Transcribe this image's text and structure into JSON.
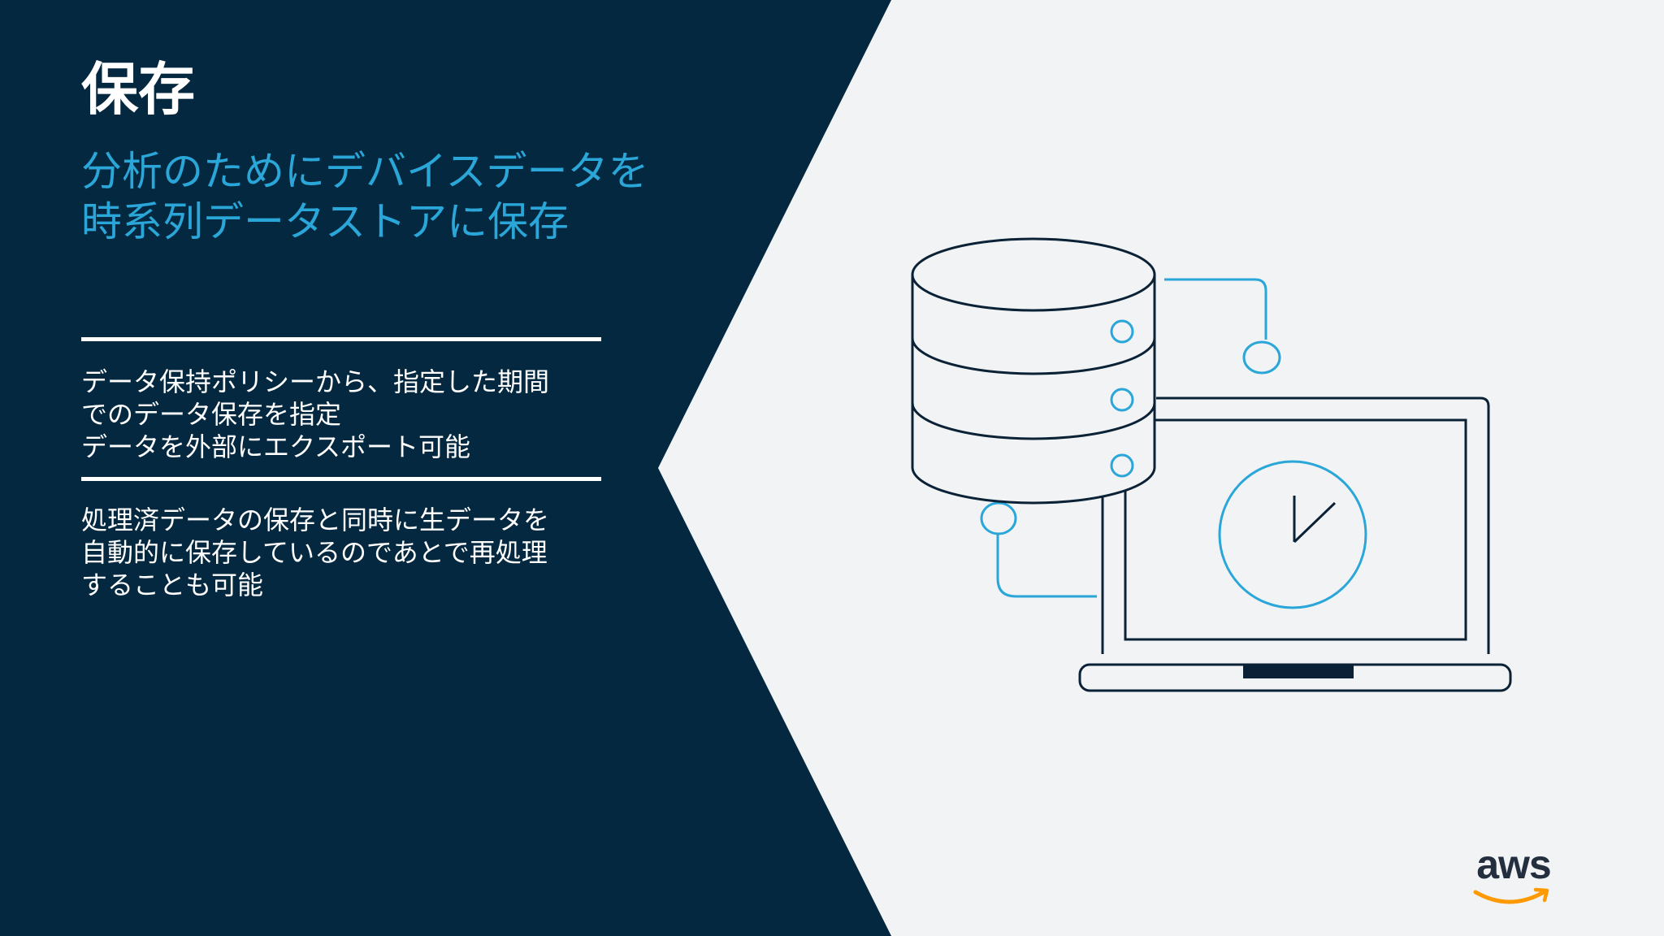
{
  "slide": {
    "title": "保存",
    "subtitle_lines": [
      "分析のためにデバイスデータを",
      "時系列データストアに保存"
    ],
    "bullets": [
      {
        "lines": [
          "データ保持ポリシーから、指定した期間",
          "でのデータ保存を指定",
          "データを外部にエクスポート可能"
        ]
      },
      {
        "lines": [
          "処理済データの保存と同時に生データを",
          "自動的に保存しているのであとで再処理",
          "することも可能"
        ]
      }
    ]
  },
  "illustration": {
    "icons": [
      "database-icon",
      "laptop-icon",
      "clock-icon"
    ]
  },
  "logo": {
    "text": "aws",
    "icon": "aws-smile-icon"
  },
  "colors": {
    "panel_dark": "#03283f",
    "background_light": "#f2f3f5",
    "accent_blue": "#2aa6d8",
    "outline_dark": "#0b2236",
    "aws_orange": "#ff9900",
    "aws_text": "#232f3e"
  }
}
